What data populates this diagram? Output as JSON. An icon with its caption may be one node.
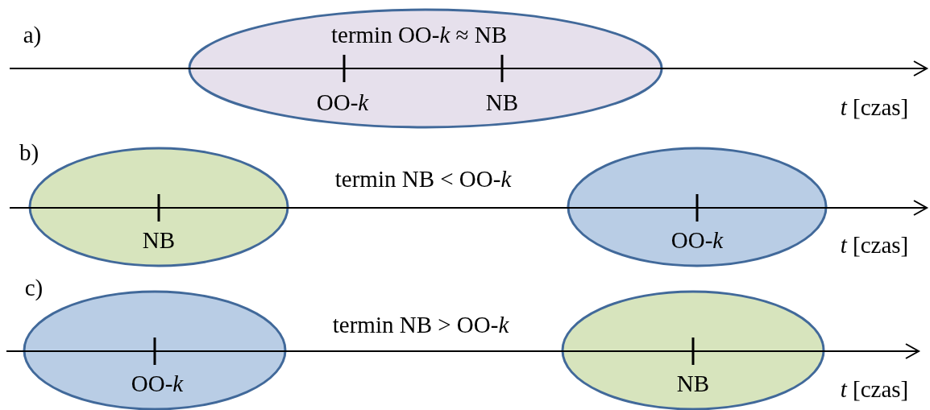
{
  "diagram": {
    "nodes": [
      {
        "text": [
          "termin OO-*k* ≈ NB",
          "OO-*k*",
          "NB"
        ]
      },
      {
        "text": [
          "NB"
        ]
      },
      {
        "text": [
          "OO-*k*"
        ]
      },
      {
        "text": [
          "OO-*k*"
        ]
      },
      {
        "text": [
          "NB"
        ]
      }
    ],
    "edges": [],
    "labels": [
      "a)",
      "*t* [czas]",
      "b)",
      "termin NB < OO-*k*",
      "*t* [czas]",
      "c)",
      "termin NB > OO-*k*",
      "*t* [czas]"
    ]
  }
}
